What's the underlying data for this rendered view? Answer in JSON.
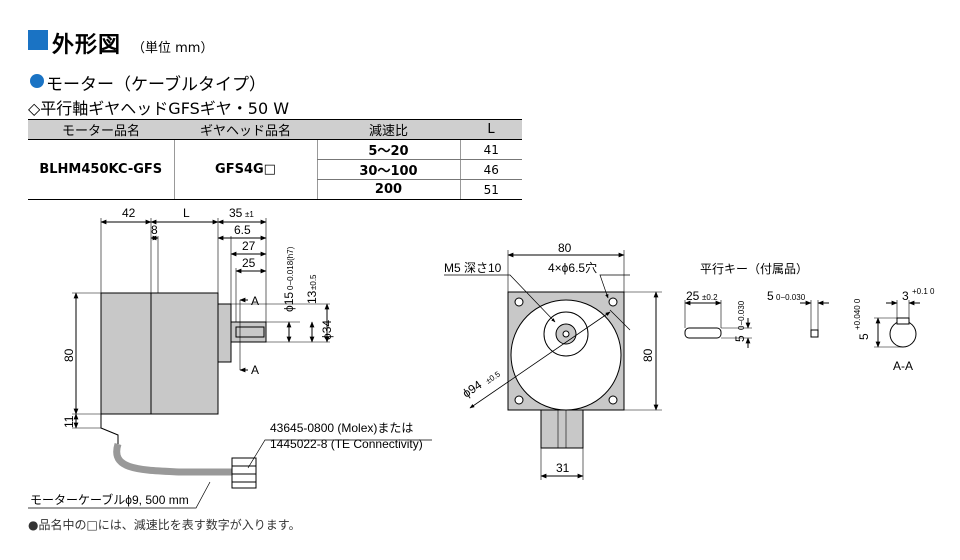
{
  "header": {
    "title": "外形図",
    "unit": "（単位 mm）",
    "subtitle": "モーター（ケーブルタイプ）",
    "gear_line": "◇平行軸ギヤヘッドGFSギヤ・50 W"
  },
  "table": {
    "headers": [
      "モーター品名",
      "ギヤヘッド品名",
      "減速比",
      "L"
    ],
    "motor": "BLHM450KC-GFS",
    "gearhead": "GFS4G□",
    "rows": [
      {
        "ratio": "5～20",
        "L": "41"
      },
      {
        "ratio": "30～100",
        "L": "46"
      },
      {
        "ratio": "200",
        "L": "51"
      }
    ]
  },
  "side_view": {
    "dim_42": "42",
    "dim_L": "L",
    "dim_35": "35",
    "tol_35": "±1",
    "dim_8": "8",
    "dim_6_5": "6.5",
    "dim_27": "27",
    "dim_25": "25",
    "dim_phi15": "ϕ15",
    "tol_phi15": "0−0.018(h7)",
    "dim_13": "13",
    "tol_13": "±0.5",
    "dim_phi34": "ϕ34",
    "dim_80": "80",
    "dim_11": "11",
    "section_a1": "A",
    "section_a2": "A"
  },
  "connector": {
    "line1": "43645-0800 (Molex)または",
    "line2": "1445022-8 (TE Connectivity)"
  },
  "cable_label": "モーターケーブルϕ9, 500 mm",
  "front_view": {
    "dim_80_top": "80",
    "m5": "M5 深さ10",
    "holes": "4×ϕ6.5穴",
    "dim_80_right": "80",
    "phi94": "ϕ94",
    "tol_phi94": "±0.5",
    "dim_31": "31"
  },
  "key": {
    "title": "平行キー（付属品）",
    "len": "25",
    "tol_len": "±0.2",
    "h5": "5",
    "tol_h5": "0−0.030",
    "w5": "5",
    "tol_w5": "0−0.030",
    "aa_5": "5",
    "tol_aa_5": "+0.040 0",
    "aa_3": "3",
    "tol_aa_3": "+0.1 0",
    "section_label": "A-A"
  },
  "footnote": "●品名中の□には、減速比を表す数字が入ります。",
  "colors": {
    "accent": "#1a73c4",
    "body_fill": "#c8c8c8",
    "table_header": "#cfcfcf"
  }
}
